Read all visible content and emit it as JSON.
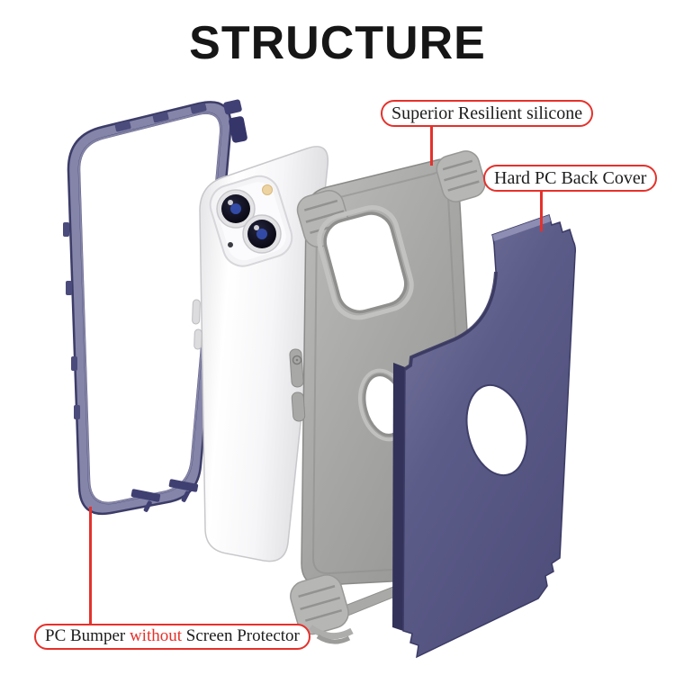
{
  "page": {
    "title": "STRUCTURE"
  },
  "callouts": {
    "silicone": {
      "label": "Superior Resilient silicone"
    },
    "back_cover": {
      "label": "Hard PC Back Cover"
    },
    "bumper": {
      "prefix": "PC Bumper ",
      "highlight": "without",
      "suffix": " Screen Protector"
    }
  },
  "colors": {
    "accent_red": "#e5312b",
    "title_black": "#161616",
    "label_text": "#1d1d1d",
    "bumper_navy": "#565689",
    "bumper_edge": "#3c3c68",
    "bumper_clip": "#4b4b7c",
    "phone_white": "#fafafb",
    "case_gray": "#a6a6a4",
    "case_gray_light": "#b6b6b4",
    "cover_navy": "#5c5c89",
    "cover_navy_dark": "#32325a"
  }
}
